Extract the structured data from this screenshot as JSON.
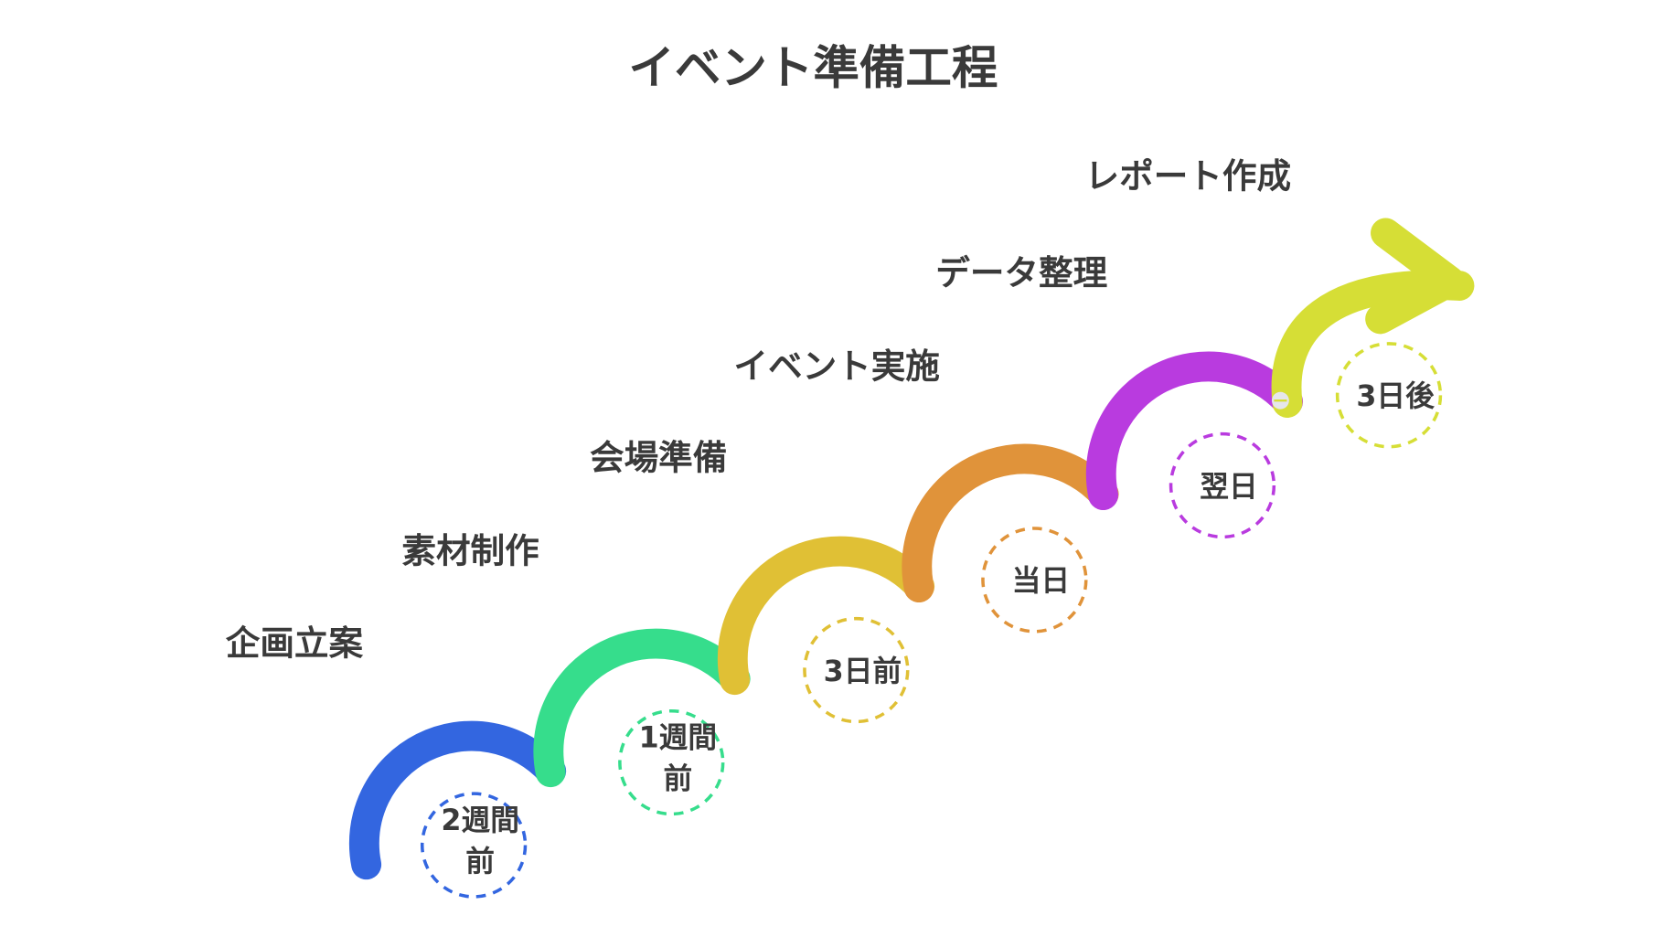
{
  "title": "イベント準備工程",
  "steps": [
    {
      "label": "企画立案",
      "timing": [
        "2週間",
        "前"
      ],
      "color": "#3366E0"
    },
    {
      "label": "素材制作",
      "timing": [
        "1週間",
        "前"
      ],
      "color": "#36DD8C"
    },
    {
      "label": "会場準備",
      "timing": [
        "3日前"
      ],
      "color": "#E0C035"
    },
    {
      "label": "イベント実施",
      "timing": [
        "当日"
      ],
      "color": "#E0933A"
    },
    {
      "label": "データ整理",
      "timing": [
        "翌日"
      ],
      "color": "#B93BDF"
    },
    {
      "label": "レポート作成",
      "timing": [
        "3日後"
      ],
      "color": "#D6DE36"
    }
  ]
}
